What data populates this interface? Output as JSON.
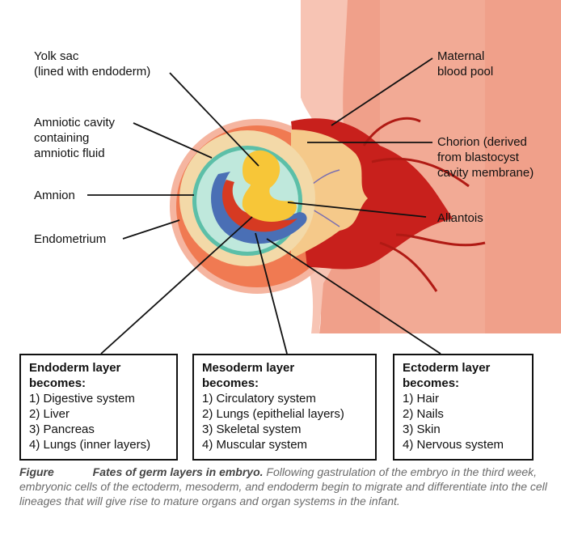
{
  "labels": {
    "yolk_sac": "Yolk sac\n(lined with endoderm)",
    "amniotic_cavity": "Amniotic cavity\ncontaining\namniotic fluid",
    "amnion": "Amnion",
    "endometrium": "Endometrium",
    "maternal_blood_pool": "Maternal\nblood pool",
    "chorion": "Chorion (derived\nfrom blastocyst\ncavity membrane)",
    "allantois": "Allantois"
  },
  "boxes": {
    "endoderm": {
      "title": "Endoderm layer\nbecomes:",
      "items": [
        "1) Digestive system",
        "2) Liver",
        "3) Pancreas",
        "4) Lungs (inner layers)"
      ]
    },
    "mesoderm": {
      "title": "Mesoderm layer\nbecomes:",
      "items": [
        "1) Circulatory system",
        "2) Lungs (epithelial layers)",
        "3) Skeletal system",
        "4) Muscular system"
      ]
    },
    "ectoderm": {
      "title": "Ectoderm layer\nbecomes:",
      "items": [
        "1) Hair",
        "2) Nails",
        "3) Skin",
        "4) Nervous system"
      ]
    }
  },
  "caption": {
    "label": "Figure",
    "title": "Fates of germ layers in embryo.",
    "text": "Following gastrulation of the embryo in the third week, embryonic cells of the ectoderm, mesoderm, and endoderm begin to migrate and differentiate into the cell lineages that will give rise to mature organs and organ systems in the infant."
  },
  "colors": {
    "uterine_wall": "#f0a08a",
    "uterine_light": "#f7c4b4",
    "blood": "#c8201c",
    "chorion_villi": "#f5c98a",
    "amniotic_fluid": "#9fd8cc",
    "amnion": "#5cbfa8",
    "ectoderm": "#4a6fb5",
    "mesoderm": "#d63a22",
    "endoderm": "#f7c638"
  }
}
